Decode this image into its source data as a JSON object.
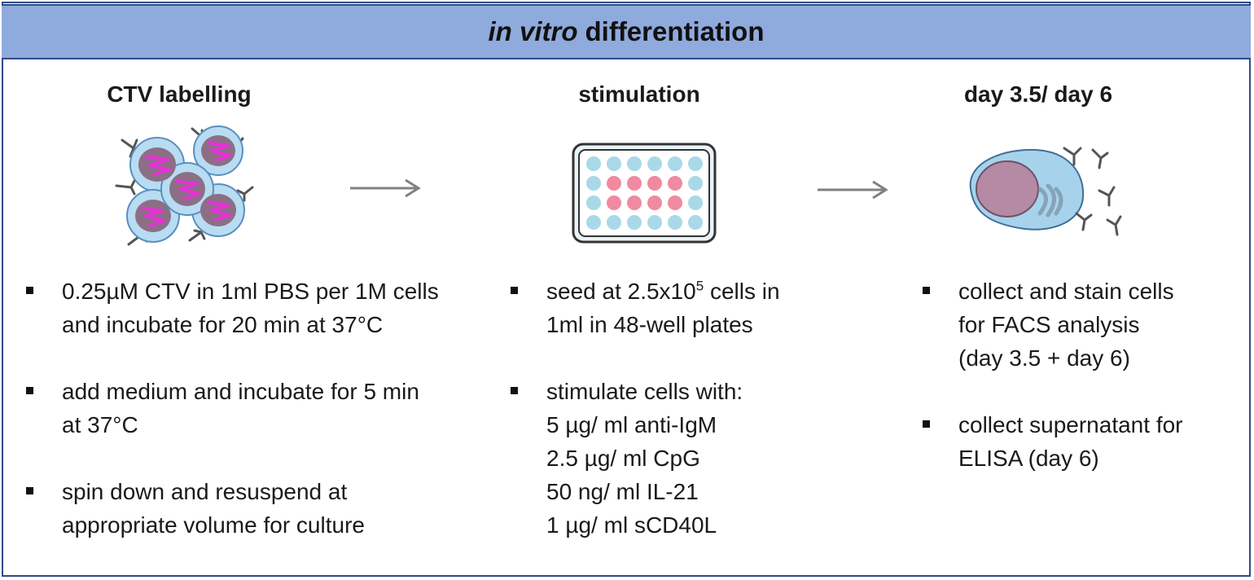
{
  "header": {
    "title_italic": "in vitro",
    "title_rest": "differentiation"
  },
  "steps": [
    {
      "title": "CTV labelling",
      "icon": "labelled-cells-icon",
      "bullets": [
        {
          "lines": [
            "0.25µM CTV in 1ml PBS per 1M cells",
            "and incubate for 20 min at 37°C"
          ]
        },
        {
          "lines": [
            "add medium and incubate for 5 min",
            "at 37°C"
          ]
        },
        {
          "lines": [
            "spin down and resuspend at",
            "appropriate volume for culture"
          ]
        }
      ]
    },
    {
      "title": "stimulation",
      "icon": "well-plate-icon",
      "bullets": [
        {
          "line1_pre": "seed at 2.5x10",
          "line1_sup": "5",
          "line1_post": " cells in",
          "line2": "1ml in 48-well plates"
        },
        {
          "lines": [
            "stimulate cells with:",
            "5 µg/ ml anti-IgM",
            "2.5 µg/ ml CpG",
            "50 ng/ ml IL-21",
            "1 µg/ ml sCD40L"
          ]
        }
      ]
    },
    {
      "title": "day 3.5/ day 6",
      "icon": "plasma-cell-icon",
      "bullets": [
        {
          "lines": [
            "collect and stain cells",
            "for FACS analysis",
            "(day 3.5 + day 6)"
          ]
        },
        {
          "lines": [
            "collect supernatant for",
            "ELISA (day 6)"
          ]
        }
      ]
    }
  ],
  "colors": {
    "header_bg": "#8faadc",
    "border": "#2f4a87",
    "cell_membrane": "#9cc8e8",
    "nucleus": "#8c6f86",
    "dye": "#e632d6",
    "well_stimulated": "#f08aa0",
    "well_empty": "#a9d9e8",
    "arrow": "#808080"
  }
}
